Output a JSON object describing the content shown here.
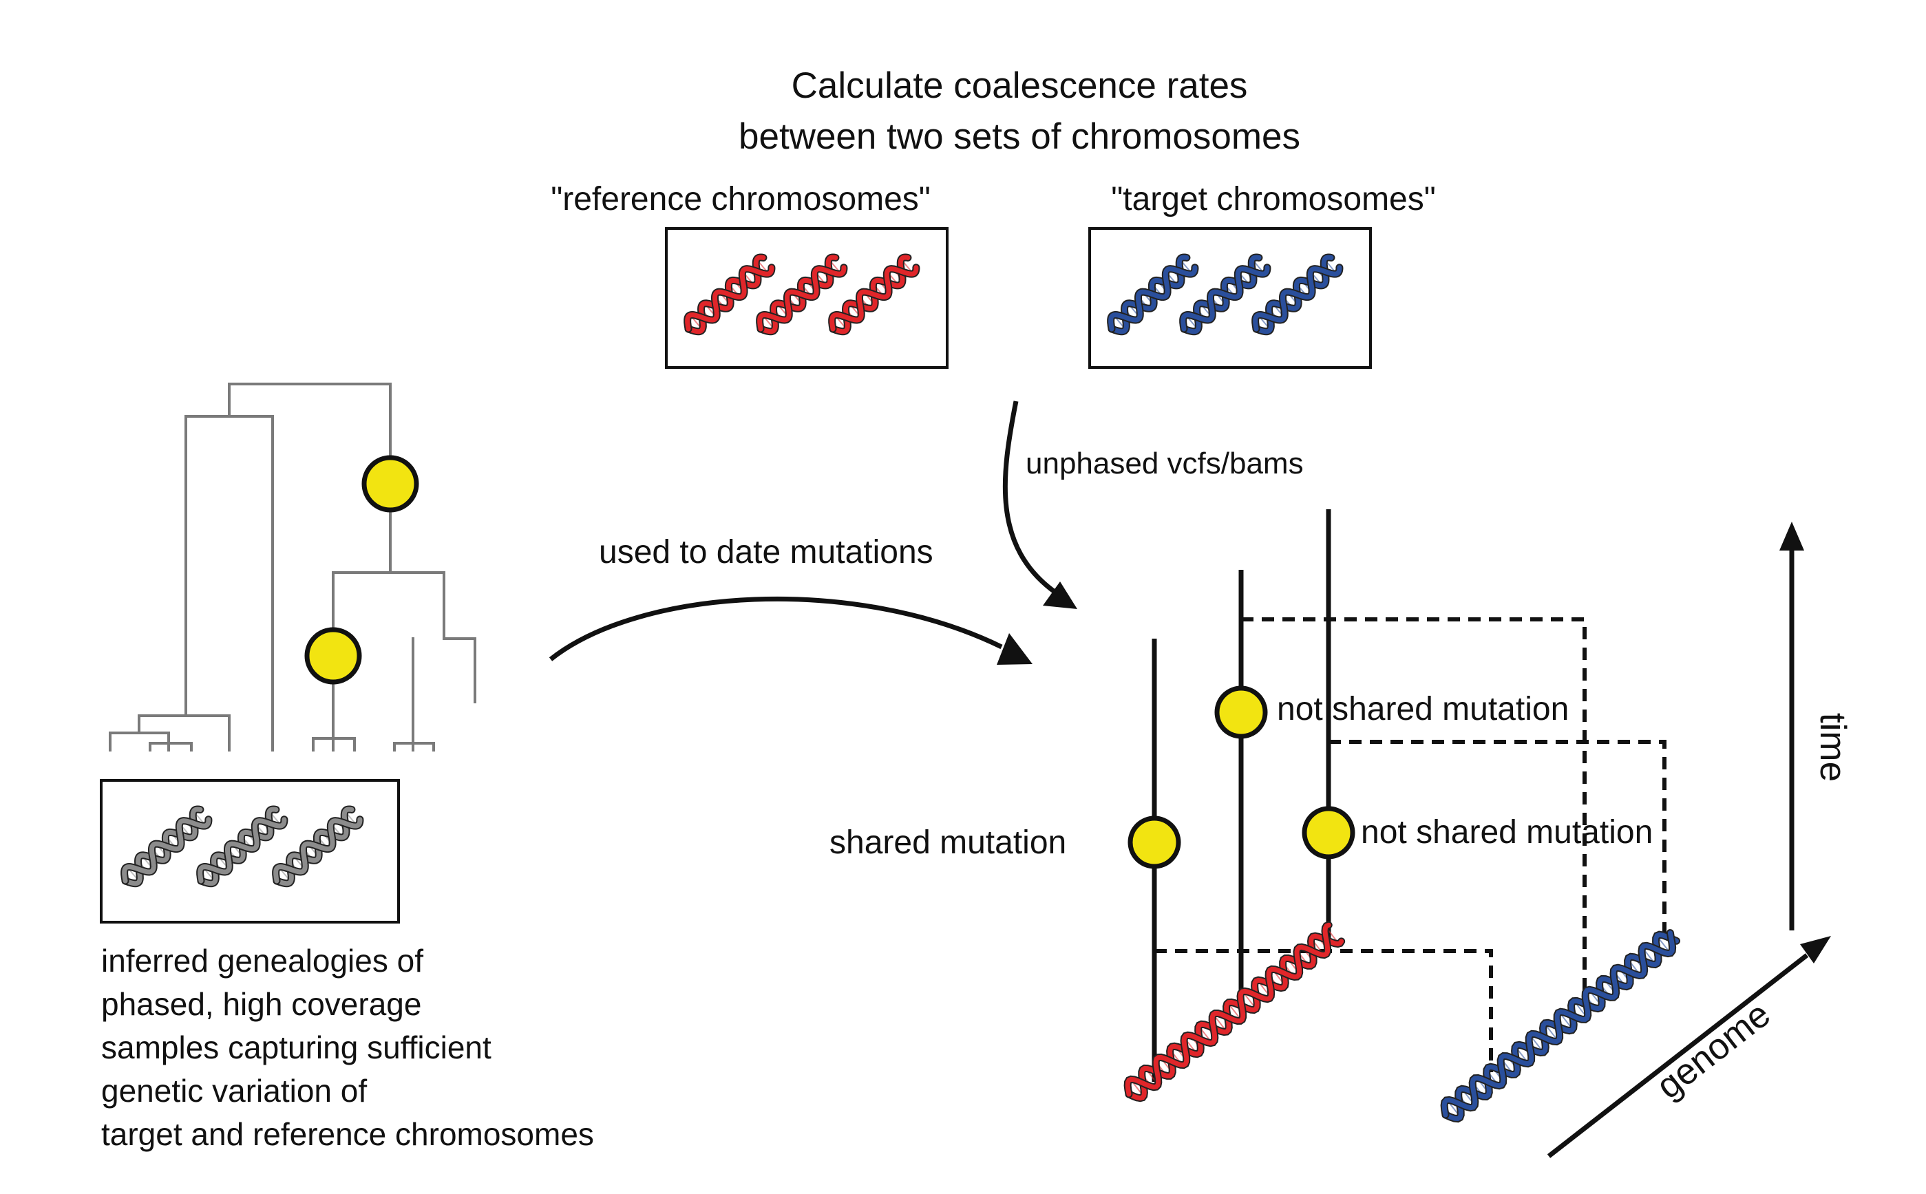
{
  "title": {
    "line1": "Calculate coalescence rates",
    "line2": "between two sets of chromosomes"
  },
  "reference_label": "\"reference chromosomes\"",
  "target_label": "\"target chromosomes\"",
  "arrow_labels": {
    "unphased": "unphased vcfs/bams",
    "date_mutations": "used to date mutations"
  },
  "mutation_labels": {
    "shared": "shared mutation",
    "not_shared_upper": "not shared mutation",
    "not_shared_lower": "not shared mutation"
  },
  "axis_labels": {
    "time": "time",
    "genome": "genome"
  },
  "caption_lines": [
    "inferred genealogies of",
    "phased, high coverage",
    "samples capturing sufficient",
    "genetic variation of",
    "target and reference chromosomes"
  ],
  "colors": {
    "reference_dna": "#e0262a",
    "target_dna": "#2a4f9c",
    "sample_dna": "#8c8c8c",
    "mutation_marker": "#f2e411",
    "tree_lines": "#7a7a7a",
    "ink": "#111111"
  }
}
